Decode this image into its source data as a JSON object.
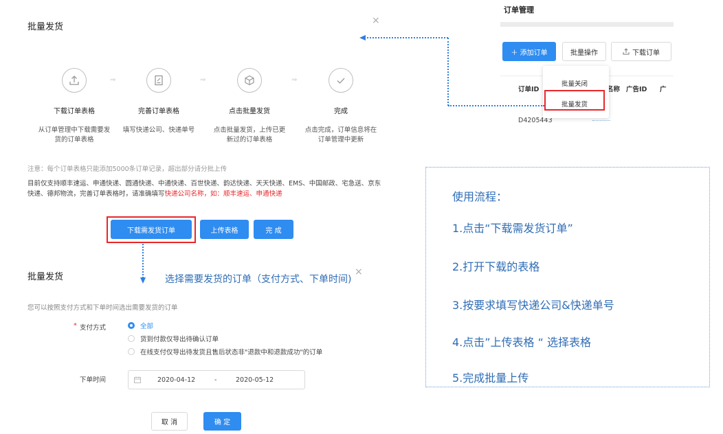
{
  "dialog1": {
    "title": "批量发货",
    "close": "×",
    "steps": [
      {
        "icon": "upload-icon",
        "title": "下载订单表格",
        "desc": "从订单管理中下载需要发货的订单表格"
      },
      {
        "icon": "edit-document-icon",
        "title": "完善订单表格",
        "desc": "填写快递公司、快递单号"
      },
      {
        "icon": "box-icon",
        "title": "点击批量发货",
        "desc": "点击批量发货，上传已更新过的订单表格"
      },
      {
        "icon": "check-icon",
        "title": "完成",
        "desc": "点击完成，订单信息将在订单管理中更新"
      }
    ],
    "step_arrow": "⇒",
    "note": "注意：每个订单表格只能添加5000条订单记录，超出部分请分批上传",
    "support_text": "目前仅支持顺丰速运、申通快递、圆通快递、中通快递、百世快递、韵达快递、天天快递、EMS、中国邮政、宅急送、京东快递、德邦物流，完善订单表格时，请准确填写",
    "support_highlight": "快递公司名称，如：顺丰速运、申通快递",
    "buttons": {
      "download": "下载需发货订单",
      "upload": "上传表格",
      "done": "完 成"
    }
  },
  "order_panel": {
    "title": "订单管理",
    "add_order": "＋ 添加订单",
    "batch_ops": "批量操作",
    "download_order": "下载订单",
    "columns": [
      "订单ID",
      "名称",
      "广告ID",
      "广"
    ],
    "row_id": "D4205443",
    "menu": [
      "批量关闭",
      "批量发货"
    ]
  },
  "annotation": "选择需要发货的订单（支付方式、下单时间)",
  "dialog2": {
    "title": "批量发货",
    "close": "×",
    "hint": "您可以按照支付方式和下单时间选出需要发货的订单",
    "pay_label": "支付方式",
    "required_mark": "*",
    "pay_options": [
      {
        "label": "全部",
        "selected": true
      },
      {
        "label": "货到付款仅导出待确认订单",
        "selected": false
      },
      {
        "label": "在线支付仅导出待发货且售后状态非\"退款中和退款成功\"的订单",
        "selected": false
      }
    ],
    "time_label": "下单时间",
    "start_date": "2020-04-12",
    "range_sep": "-",
    "end_date": "2020-05-12",
    "cancel": "取 消",
    "confirm": "确 定"
  },
  "guide": {
    "title": "使用流程：",
    "items": [
      "1.点击“下载需发货订单”",
      "2.打开下载的表格",
      "3.按要求填写快递公司&快递单号",
      "4.点击”上传表格 “ 选择表格",
      "5.完成批量上传"
    ]
  },
  "colors": {
    "primary": "#2f8cf0",
    "highlight": "#e8262a",
    "guide_text": "#2f6db5"
  }
}
